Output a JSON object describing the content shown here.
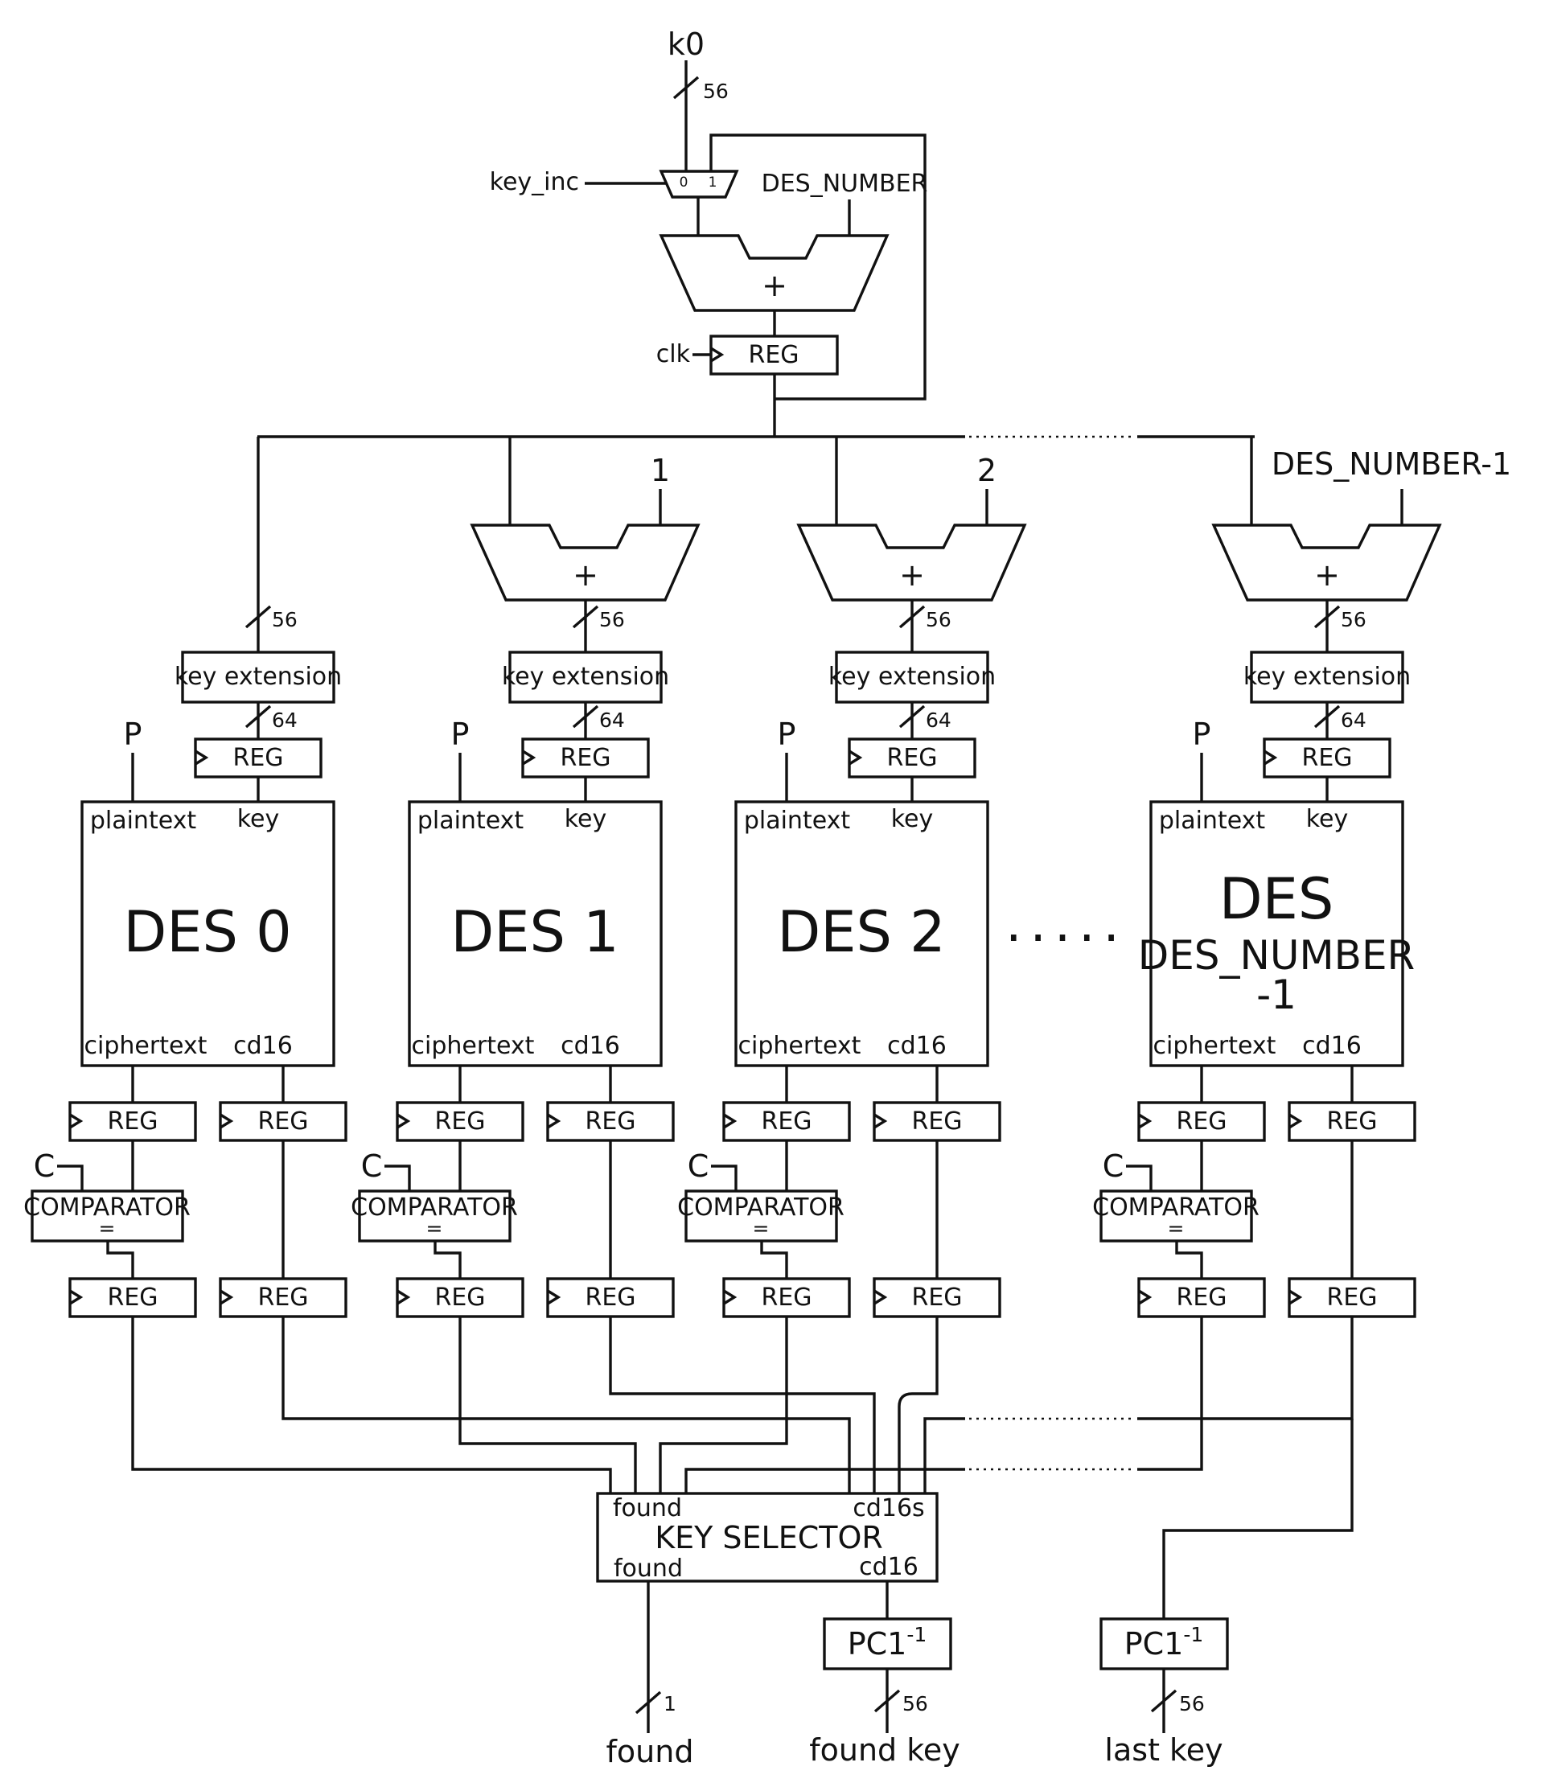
{
  "inputs": {
    "k0": "k0",
    "key_inc": "key_inc",
    "des_number": "DES_NUMBER",
    "clk": "clk",
    "p": "P",
    "c": "C"
  },
  "mux": {
    "in0": "0",
    "in1": "1"
  },
  "symbols": {
    "plus": "+",
    "equals": "="
  },
  "bus_widths": {
    "key": "56",
    "extended": "64",
    "found_out": "1"
  },
  "blocks": {
    "reg": "REG",
    "key_extension": "key extension",
    "comparator": "COMPARATOR",
    "pc1_inv": "PC1",
    "pc1_inv_sup": "-1"
  },
  "ports": {
    "plaintext": "plaintext",
    "key": "key",
    "ciphertext": "ciphertext",
    "cd16": "cd16"
  },
  "increments": [
    "1",
    "2",
    "DES_NUMBER-1"
  ],
  "des_units": [
    {
      "title": "DES 0"
    },
    {
      "title": "DES 1"
    },
    {
      "title": "DES 2"
    },
    {
      "title_line1": "DES",
      "title_line2": "DES_NUMBER",
      "title_line3": "-1"
    }
  ],
  "ellipsis": ".....",
  "key_selector": {
    "title": "KEY SELECTOR",
    "in_found": "found",
    "in_cd16s": "cd16s",
    "out_found": "found",
    "out_cd16": "cd16"
  },
  "outputs": {
    "found": "found",
    "found_key": "found key",
    "last_key": "last key"
  }
}
